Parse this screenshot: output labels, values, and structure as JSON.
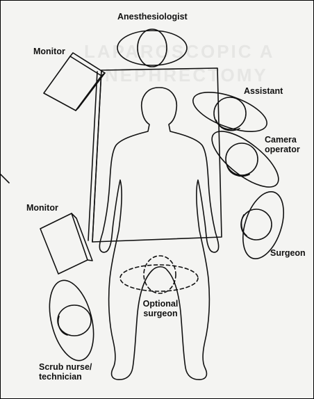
{
  "background_text": {
    "line1": "LAPAROSCOPIC A",
    "line2": "NEPHRECTOMY"
  },
  "labels": {
    "anesthesiologist": "Anesthesiologist",
    "monitor_top": "Monitor",
    "assistant": "Assistant",
    "camera_operator_line1": "Camera",
    "camera_operator_line2": "operator",
    "monitor_bottom": "Monitor",
    "surgeon": "Surgeon",
    "optional_surgeon_line1": "Optional",
    "optional_surgeon_line2": "surgeon",
    "scrub_nurse_line1": "Scrub nurse/",
    "scrub_nurse_line2": "technician"
  },
  "colors": {
    "ink": "#111111",
    "paper": "#f4f4f2",
    "faint_text": "#e6e6e4"
  }
}
